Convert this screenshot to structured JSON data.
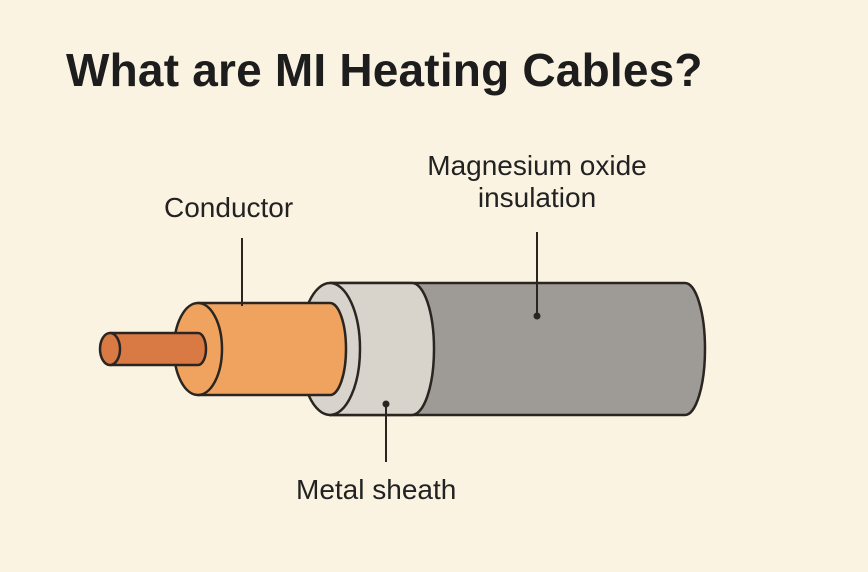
{
  "title": "What are MI Heating Cables?",
  "labels": {
    "conductor": "Conductor",
    "insulation_line1": "Magnesium oxide",
    "insulation_line2": "insulation",
    "sheath": "Metal sheath"
  },
  "colors": {
    "background": "#fbf3e2",
    "core": "#d97a45",
    "conductor": "#f0a35e",
    "insulation": "#d8d3cb",
    "sheath": "#9e9a96",
    "outline": "#2a2520"
  }
}
